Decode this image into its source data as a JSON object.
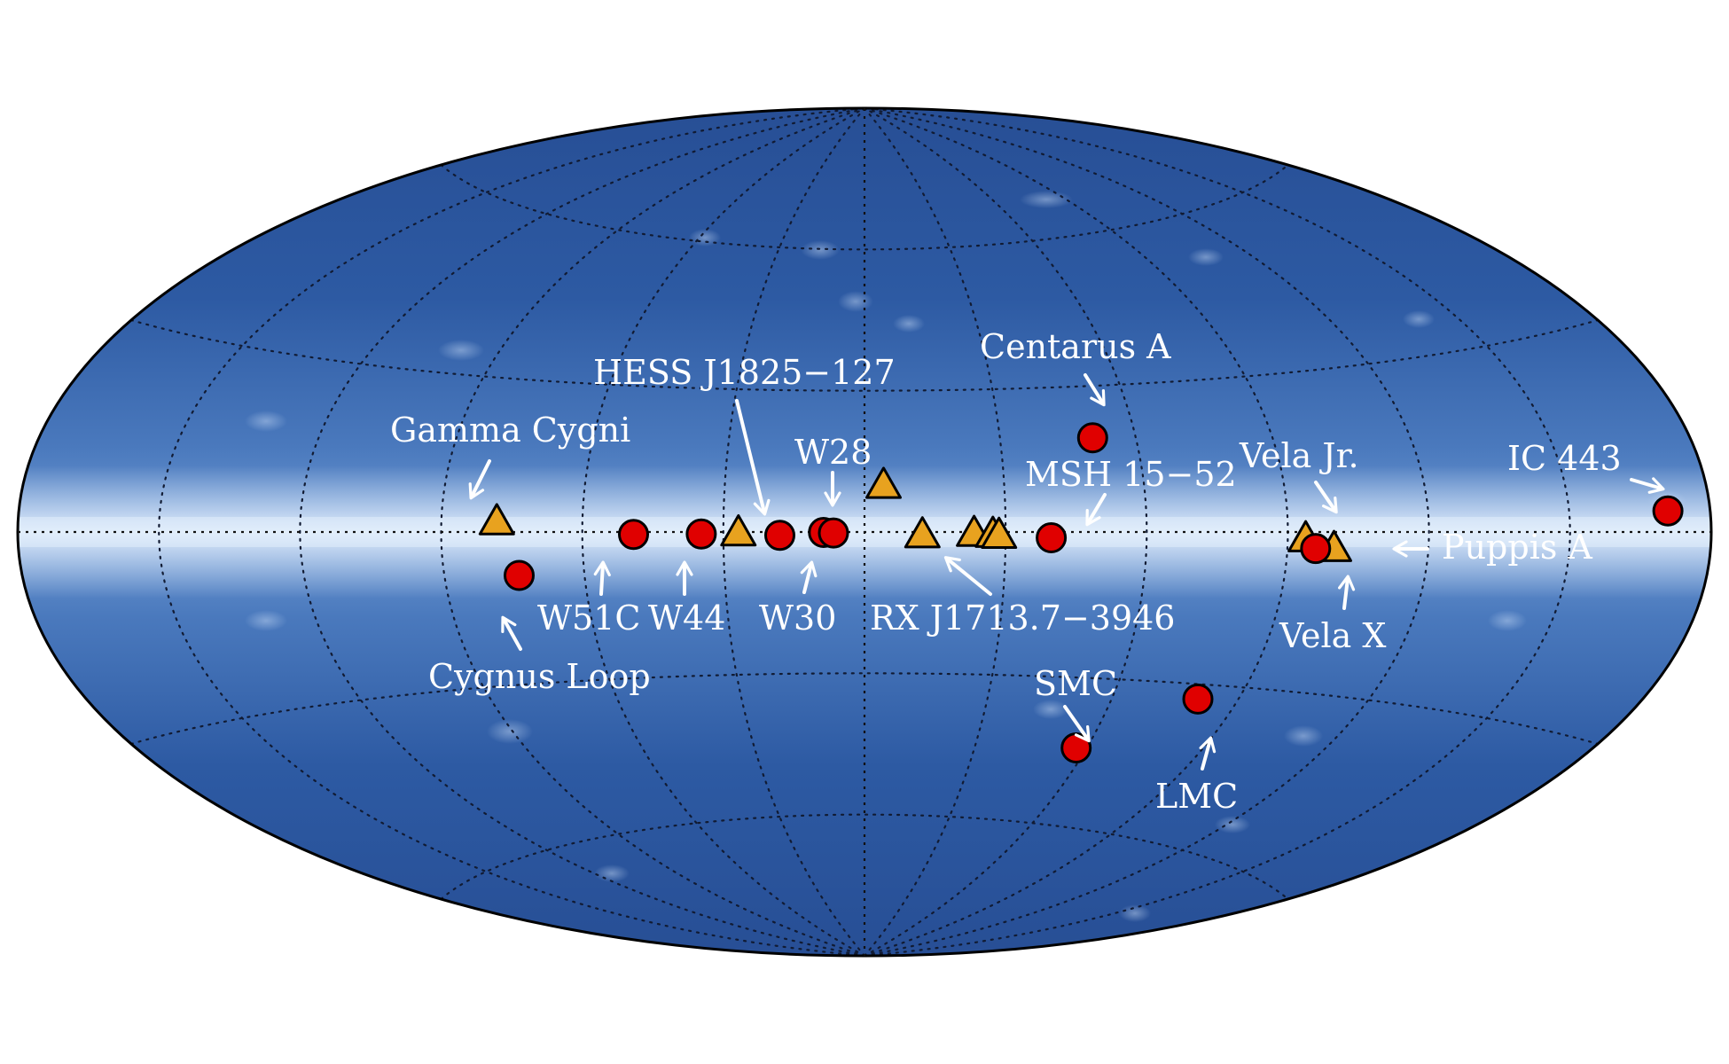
{
  "map": {
    "projection": "aitoff",
    "coordinates": "galactic",
    "colors": {
      "sky_dark": "#2a5399",
      "sky_light": "#8fb2e2",
      "galactic_plane": "#d6e6fa",
      "outline": "#000000",
      "grid": "#111b33",
      "label_text": "#ffffff",
      "circle_marker": "#e00000",
      "triangle_marker": "#e8a21f"
    },
    "marker_types": {
      "circle": "red circle",
      "triangle": "orange triangle"
    }
  },
  "sources": [
    {
      "id": "gamma-cygni",
      "label": "Gamma Cygni",
      "marker": "triangle",
      "l": 78.2,
      "b": 2.1
    },
    {
      "id": "cygnus-loop",
      "label": "Cygnus Loop",
      "marker": "circle",
      "l": 74.0,
      "b": -8.6
    },
    {
      "id": "w51c",
      "label": "W51C",
      "marker": "circle",
      "l": 49.1,
      "b": -0.5
    },
    {
      "id": "w44",
      "label": "W44",
      "marker": "circle",
      "l": 34.7,
      "b": -0.4
    },
    {
      "id": "tri-27",
      "label": "",
      "marker": "triangle",
      "l": 26.8,
      "b": -0.1
    },
    {
      "id": "hess-j1825",
      "label": "HESS J1825−127",
      "marker": "circle",
      "l": 18.0,
      "b": -0.7
    },
    {
      "id": "w30",
      "label": "W30",
      "marker": "circle",
      "l": 8.7,
      "b": -0.1
    },
    {
      "id": "w28",
      "label": "W28",
      "marker": "circle",
      "l": 6.6,
      "b": -0.2
    },
    {
      "id": "tri-355",
      "label": "",
      "marker": "triangle",
      "l": -4.1,
      "b": 10.0
    },
    {
      "id": "rx-j1713",
      "label": "RX J1713.7−3946",
      "marker": "triangle",
      "l": -12.3,
      "b": -0.5
    },
    {
      "id": "tri-335",
      "label": "",
      "marker": "triangle",
      "l": -23.3,
      "b": -0.2
    },
    {
      "id": "tri-331",
      "label": "",
      "marker": "triangle",
      "l": -27.3,
      "b": -0.4
    },
    {
      "id": "tri-330",
      "label": "",
      "marker": "triangle",
      "l": -28.6,
      "b": -0.6
    },
    {
      "id": "msh-15-52",
      "label": "MSH 15−52",
      "marker": "circle",
      "l": -39.7,
      "b": -1.2
    },
    {
      "id": "centaurus-a",
      "label": "Centarus A",
      "marker": "circle",
      "l": -50.5,
      "b": 19.4
    },
    {
      "id": "smc",
      "label": "SMC",
      "marker": "circle",
      "l": -57.2,
      "b": -44.3
    },
    {
      "id": "lmc",
      "label": "LMC",
      "marker": "circle",
      "l": -80.5,
      "b": -32.9
    },
    {
      "id": "vela-jr",
      "label": "Vela Jr.",
      "marker": "triangle",
      "l": -93.8,
      "b": -1.2
    },
    {
      "id": "vela-x",
      "label": "Vela X",
      "marker": "circle",
      "l": -96.0,
      "b": -3.1
    },
    {
      "id": "puppis-a",
      "label": "Puppis A",
      "marker": "triangle",
      "l": -99.9,
      "b": -3.0
    },
    {
      "id": "ic-443",
      "label": "IC 443",
      "marker": "circle",
      "l": -171.0,
      "b": 3.0
    }
  ]
}
